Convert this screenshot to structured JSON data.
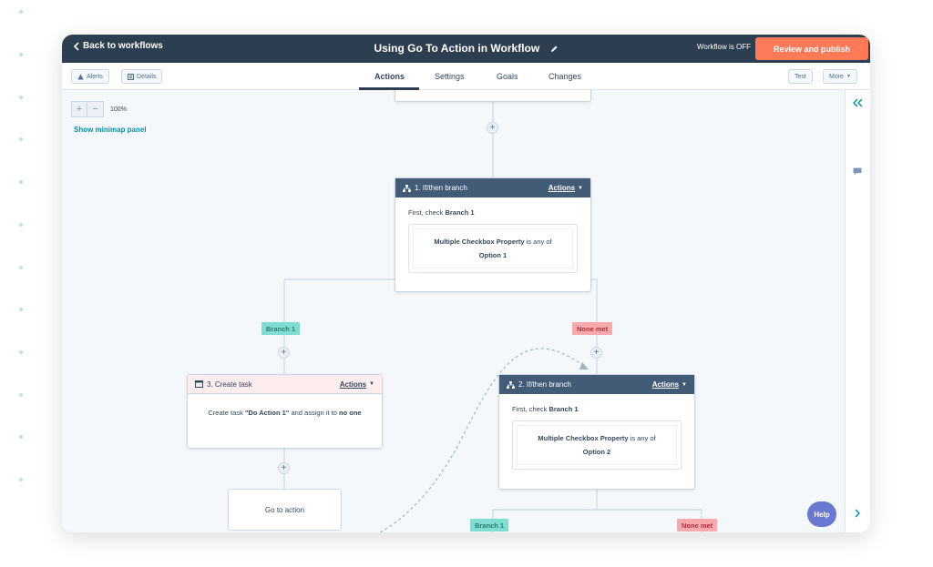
{
  "topbar": {
    "back_label": "Back to workflows",
    "title": "Using Go To Action in Workflow",
    "status": "Workflow is OFF",
    "publish_label": "Review and publish"
  },
  "toolbar": {
    "alerts_label": "Alerts",
    "details_label": "Details",
    "tabs": [
      "Actions",
      "Settings",
      "Goals",
      "Changes"
    ],
    "active_tab": "Actions",
    "test_label": "Test",
    "more_label": "More"
  },
  "canvas": {
    "zoom_in": "+",
    "zoom_out": "−",
    "zoom_level": "100%",
    "minimap_label": "Show minimap panel",
    "help_label": "Help"
  },
  "nodes": {
    "branch1": {
      "title": "1. If/then branch",
      "actions_label": "Actions",
      "check_prefix": "First, check",
      "check_branch": "Branch 1",
      "property": "Multiple Checkbox Property",
      "operator": "is any of",
      "value": "Option 1"
    },
    "task": {
      "title": "3. Create task",
      "actions_label": "Actions",
      "text_prefix": "Create task",
      "task_name": "\"Do Action 1\"",
      "text_mid": "and assign it to",
      "assignee": "no one"
    },
    "goto": {
      "label": "Go to action"
    },
    "branch2": {
      "title": "2. If/then branch",
      "actions_label": "Actions",
      "check_prefix": "First, check",
      "check_branch": "Branch 1",
      "property": "Multiple Checkbox Property",
      "operator": "is any of",
      "value": "Option 2"
    }
  },
  "labels": {
    "branch1": "Branch 1",
    "none_met_1": "None met",
    "branch1_b": "Branch 1",
    "none_met_2": "None met"
  },
  "colors": {
    "header": "#2d3e50",
    "publish": "#ff7a59",
    "branch_green": "#7fded1",
    "none_red": "#f8a9ad",
    "card_header": "#425b76",
    "help": "#6a78d1"
  }
}
